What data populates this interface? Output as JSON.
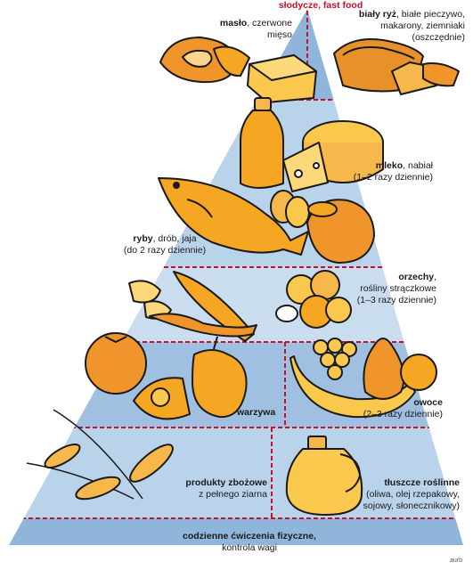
{
  "pyramid": {
    "colors": {
      "band_light": "#b9d3ea",
      "band_dark": "#8fb5da",
      "divider": "#c8102e",
      "food": "#f5a623",
      "outline": "#1a1a1a"
    }
  },
  "labels": {
    "sweets": "słodycze, fast food",
    "butter_bold": "masło",
    "butter_rest": ", czerwone",
    "butter_line2": "mięso",
    "rice_bold": "biały ryż",
    "rice_rest": ", białe pieczywo,",
    "rice_line2": "makarony, ziemniaki",
    "rice_line3": "(oszczędnie)",
    "milk_bold": "mleko",
    "milk_rest": ", nabiał",
    "milk_line2": "(1–2 razy dziennie)",
    "fish_bold": "ryby",
    "fish_rest": ", drób, jaja",
    "fish_line2": "(do 2 razy dziennie)",
    "nuts_bold": "orzechy",
    "nuts_rest": ",",
    "nuts_line2": "rośliny strączkowe",
    "nuts_line3": "(1–3 razy dziennie)",
    "veg_bold": "warzywa",
    "fruit_bold": "owoce",
    "fruit_line2": "(2–3 razy dziennie)",
    "grain_bold": "produkty zbożowe",
    "grain_line2": "z pełnego ziarna",
    "fats_bold": "tłuszcze roślinne",
    "fats_line2": "(oliwa, olej rzepakowy,",
    "fats_line3": "sojowy, słonecznikowy)",
    "base_bold": "codzienne ćwiczenia fizyczne,",
    "base_line2": "kontrola wagi",
    "credit": "aurb"
  }
}
